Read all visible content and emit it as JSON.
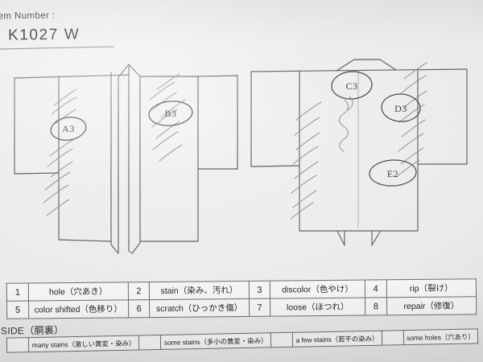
{
  "header": {
    "label": "tem Number :",
    "value": "K1027  W"
  },
  "diagrams": {
    "front": {
      "name": "kimono-front-view",
      "marks": [
        {
          "code": "A3"
        },
        {
          "code": "B3"
        }
      ]
    },
    "back": {
      "name": "kimono-back-view",
      "marks": [
        {
          "code": "C3"
        },
        {
          "code": "D3"
        },
        {
          "code": "E2"
        }
      ]
    }
  },
  "codes": {
    "rows": [
      [
        {
          "num": "1",
          "label": "hole（穴あき）"
        },
        {
          "num": "2",
          "label": "stain（染み、汚れ）"
        },
        {
          "num": "3",
          "label": "discolor（色やけ）"
        },
        {
          "num": "4",
          "label": "rip（裂け）"
        }
      ],
      [
        {
          "num": "5",
          "label": "color shifted（色移り）"
        },
        {
          "num": "6",
          "label": "scratch（ひっかき傷）"
        },
        {
          "num": "7",
          "label": "loose（ほつれ）"
        },
        {
          "num": "8",
          "label": "repair（修復）"
        }
      ]
    ]
  },
  "inside": {
    "title": "NSIDE（胴裏）",
    "options": [
      {
        "label": "many stains（激しい黄変・染み）",
        "checked": ""
      },
      {
        "label": "some stains（多小の黄変・染み）",
        "checked": ""
      },
      {
        "label": "a few stains（若干の染み）",
        "checked": ""
      },
      {
        "label": "some holes（穴あり）",
        "checked": ""
      }
    ]
  },
  "colors": {
    "paper": "#e9eaea",
    "ink": "#5f6268",
    "pencil": "#8a8d93",
    "text": "#1f2124"
  }
}
